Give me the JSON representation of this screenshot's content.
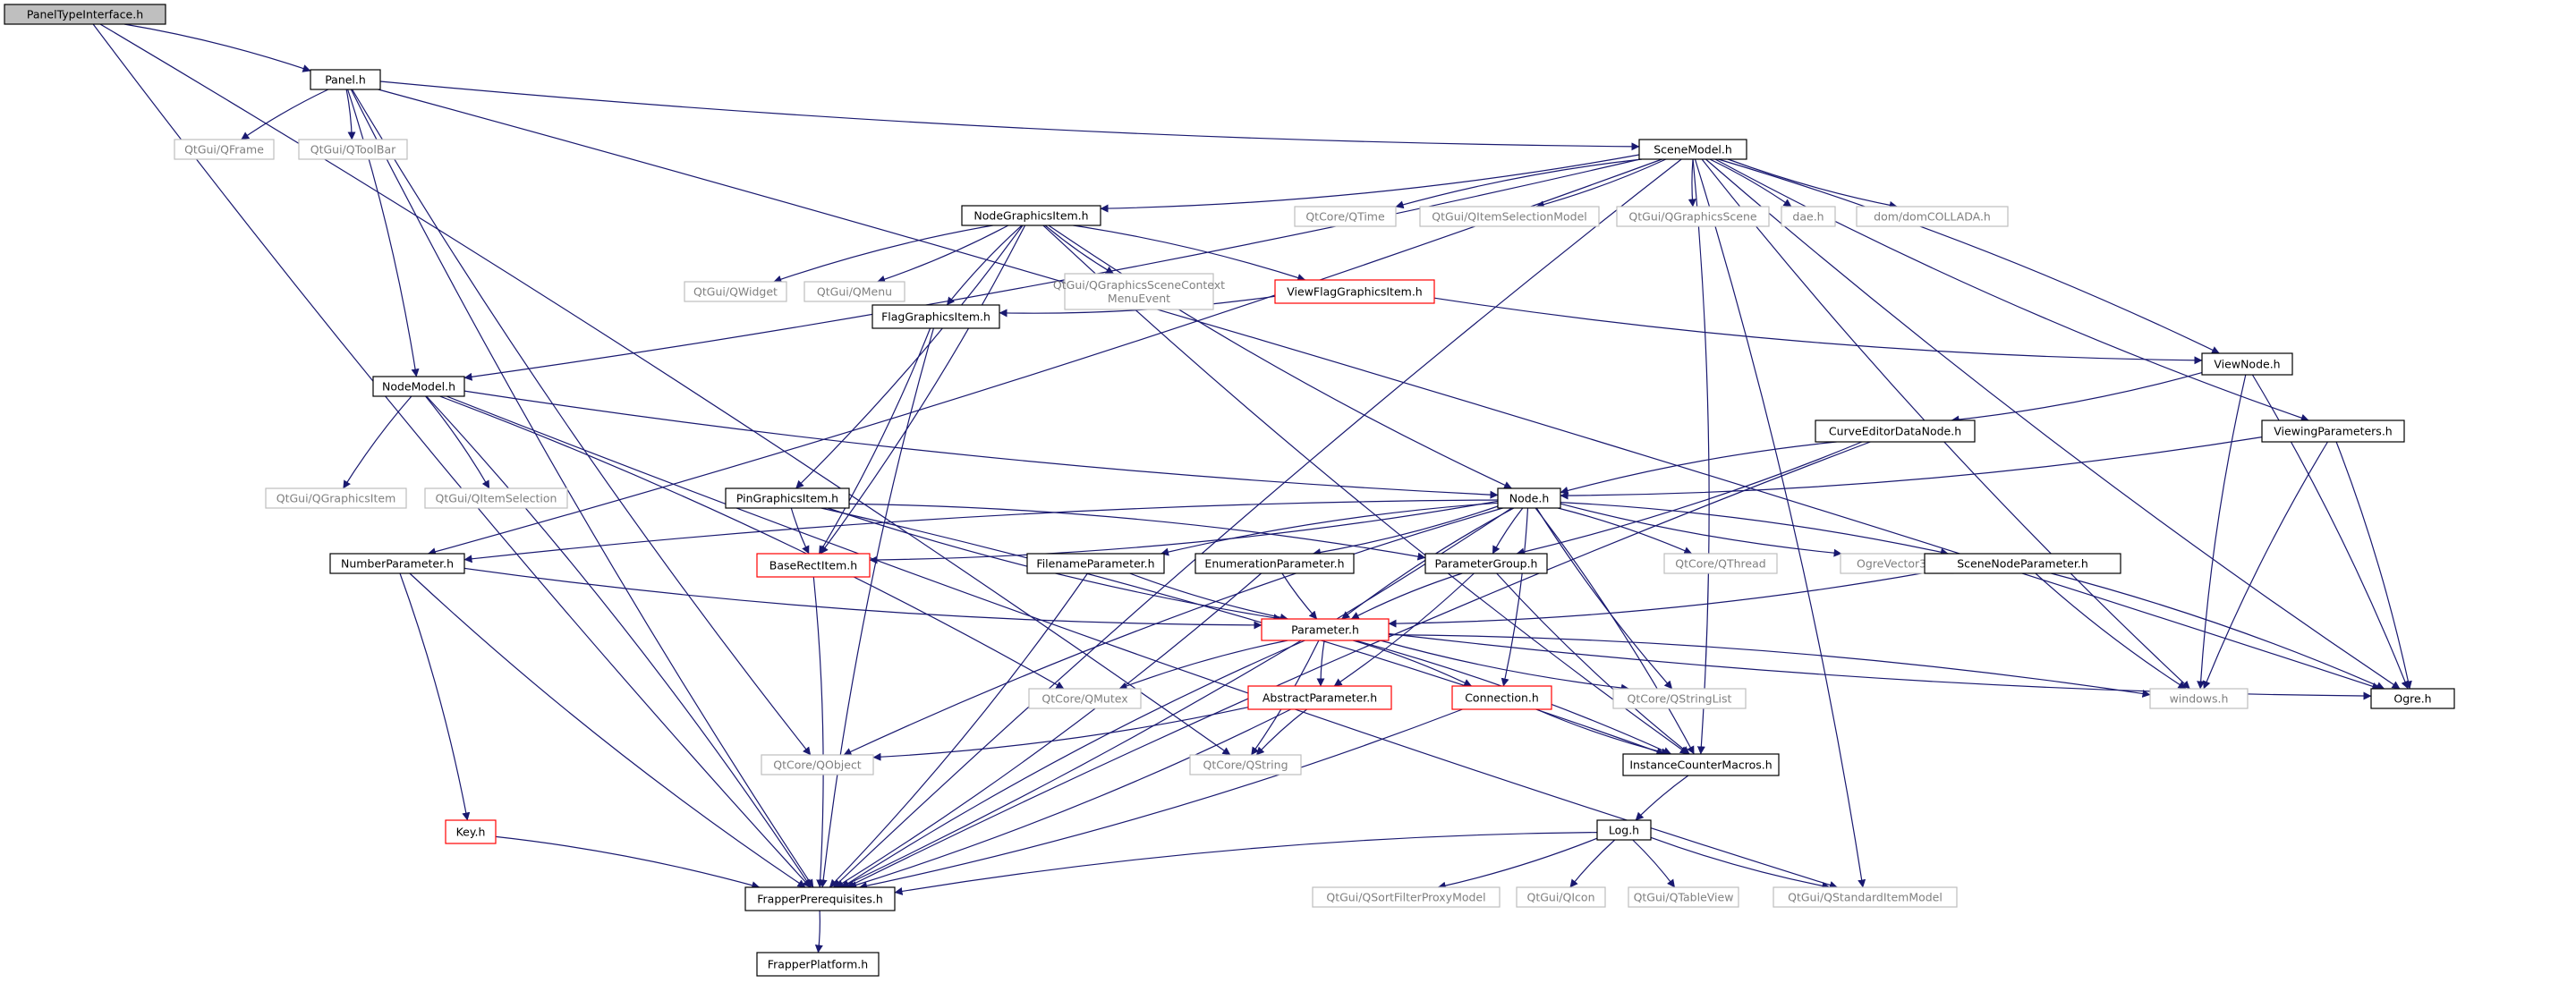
{
  "colors": {
    "edge": "#191970",
    "box_doc": "#000000",
    "box_ext": "#bfbfbf",
    "box_ref": "#ff0000",
    "root_fill": "#bfbfbf",
    "text": "#000000",
    "text_ext": "#7f7f7f"
  },
  "nodes": [
    {
      "id": "panelTypeInterface",
      "label": "PanelTypeInterface.h",
      "kind": "root"
    },
    {
      "id": "panel",
      "label": "Panel.h",
      "kind": "doc"
    },
    {
      "id": "qframe",
      "label": "QtGui/QFrame",
      "kind": "ext"
    },
    {
      "id": "qtoolbar",
      "label": "QtGui/QToolBar",
      "kind": "ext"
    },
    {
      "id": "sceneModel",
      "label": "SceneModel.h",
      "kind": "doc"
    },
    {
      "id": "nodeGraphicsItem",
      "label": "NodeGraphicsItem.h",
      "kind": "doc"
    },
    {
      "id": "qtime",
      "label": "QtCore/QTime",
      "kind": "ext"
    },
    {
      "id": "qitemselmodel",
      "label": "QtGui/QItemSelectionModel",
      "kind": "ext"
    },
    {
      "id": "qgraphicsscene",
      "label": "QtGui/QGraphicsScene",
      "kind": "ext"
    },
    {
      "id": "dae",
      "label": "dae.h",
      "kind": "ext"
    },
    {
      "id": "domcollada",
      "label": "dom/domCOLLADA.h",
      "kind": "ext"
    },
    {
      "id": "qwidget",
      "label": "QtGui/QWidget",
      "kind": "ext"
    },
    {
      "id": "qmenu",
      "label": "QtGui/QMenu",
      "kind": "ext"
    },
    {
      "id": "qgscme",
      "label": "QtGui/QGraphicsSceneContext\nMenuEvent",
      "kind": "ext"
    },
    {
      "id": "viewFlagGraphicsItem",
      "label": "ViewFlagGraphicsItem.h",
      "kind": "ref"
    },
    {
      "id": "flagGraphicsItem",
      "label": "FlagGraphicsItem.h",
      "kind": "doc"
    },
    {
      "id": "viewNode",
      "label": "ViewNode.h",
      "kind": "doc"
    },
    {
      "id": "nodeModel",
      "label": "NodeModel.h",
      "kind": "doc"
    },
    {
      "id": "qgraphicsitem",
      "label": "QtGui/QGraphicsItem",
      "kind": "ext"
    },
    {
      "id": "qitemselection",
      "label": "QtGui/QItemSelection",
      "kind": "ext"
    },
    {
      "id": "curveEditorDataNode",
      "label": "CurveEditorDataNode.h",
      "kind": "doc"
    },
    {
      "id": "viewingParameters",
      "label": "ViewingParameters.h",
      "kind": "doc"
    },
    {
      "id": "pinGraphicsItem",
      "label": "PinGraphicsItem.h",
      "kind": "doc"
    },
    {
      "id": "node",
      "label": "Node.h",
      "kind": "doc"
    },
    {
      "id": "numberParameter",
      "label": "NumberParameter.h",
      "kind": "doc"
    },
    {
      "id": "baseRectItem",
      "label": "BaseRectItem.h",
      "kind": "ref"
    },
    {
      "id": "filenameParameter",
      "label": "FilenameParameter.h",
      "kind": "doc"
    },
    {
      "id": "enumerationParameter",
      "label": "EnumerationParameter.h",
      "kind": "doc"
    },
    {
      "id": "parameterGroup",
      "label": "ParameterGroup.h",
      "kind": "doc"
    },
    {
      "id": "qthread",
      "label": "QtCore/QThread",
      "kind": "ext"
    },
    {
      "id": "ogrevector3",
      "label": "OgreVector3.h",
      "kind": "ext"
    },
    {
      "id": "sceneNodeParameter",
      "label": "SceneNodeParameter.h",
      "kind": "doc"
    },
    {
      "id": "parameter",
      "label": "Parameter.h",
      "kind": "ref"
    },
    {
      "id": "qmutex",
      "label": "QtCore/QMutex",
      "kind": "ext"
    },
    {
      "id": "abstractParameter",
      "label": "AbstractParameter.h",
      "kind": "ref"
    },
    {
      "id": "connection",
      "label": "Connection.h",
      "kind": "ref"
    },
    {
      "id": "qstringlist",
      "label": "QtCore/QStringList",
      "kind": "ext"
    },
    {
      "id": "windows",
      "label": "windows.h",
      "kind": "ext"
    },
    {
      "id": "ogre",
      "label": "Ogre.h",
      "kind": "doc"
    },
    {
      "id": "qobject",
      "label": "QtCore/QObject",
      "kind": "ext"
    },
    {
      "id": "qstring",
      "label": "QtCore/QString",
      "kind": "ext"
    },
    {
      "id": "instanceCounterMacros",
      "label": "InstanceCounterMacros.h",
      "kind": "doc"
    },
    {
      "id": "key",
      "label": "Key.h",
      "kind": "ref"
    },
    {
      "id": "log",
      "label": "Log.h",
      "kind": "doc"
    },
    {
      "id": "frapperPrerequisites",
      "label": "FrapperPrerequisites.h",
      "kind": "doc"
    },
    {
      "id": "qsortfilter",
      "label": "QtGui/QSortFilterProxyModel",
      "kind": "ext"
    },
    {
      "id": "qicon",
      "label": "QtGui/QIcon",
      "kind": "ext"
    },
    {
      "id": "qtableview",
      "label": "QtGui/QTableView",
      "kind": "ext"
    },
    {
      "id": "qstandarditemmodel",
      "label": "QtGui/QStandardItemModel",
      "kind": "ext"
    },
    {
      "id": "frapperPlatform",
      "label": "FrapperPlatform.h",
      "kind": "doc"
    }
  ],
  "edges": [
    [
      "panelTypeInterface",
      "panel"
    ],
    [
      "panelTypeInterface",
      "frapperPrerequisites"
    ],
    [
      "panelTypeInterface",
      "qstring"
    ],
    [
      "panel",
      "qframe"
    ],
    [
      "panel",
      "qtoolbar"
    ],
    [
      "panel",
      "sceneModel"
    ],
    [
      "panel",
      "nodeModel"
    ],
    [
      "panel",
      "frapperPrerequisites"
    ],
    [
      "panel",
      "ogre"
    ],
    [
      "panel",
      "qobject"
    ],
    [
      "sceneModel",
      "nodeGraphicsItem"
    ],
    [
      "sceneModel",
      "qtime"
    ],
    [
      "sceneModel",
      "qitemselmodel"
    ],
    [
      "sceneModel",
      "qgraphicsscene"
    ],
    [
      "sceneModel",
      "dae"
    ],
    [
      "sceneModel",
      "domcollada"
    ],
    [
      "sceneModel",
      "viewNode"
    ],
    [
      "sceneModel",
      "viewingParameters"
    ],
    [
      "sceneModel",
      "nodeModel"
    ],
    [
      "sceneModel",
      "windows"
    ],
    [
      "sceneModel",
      "instanceCounterMacros"
    ],
    [
      "sceneModel",
      "ogre"
    ],
    [
      "sceneModel",
      "qstandarditemmodel"
    ],
    [
      "sceneModel",
      "frapperPrerequisites"
    ],
    [
      "sceneModel",
      "numberParameter"
    ],
    [
      "nodeGraphicsItem",
      "qwidget"
    ],
    [
      "nodeGraphicsItem",
      "qmenu"
    ],
    [
      "nodeGraphicsItem",
      "qgscme"
    ],
    [
      "nodeGraphicsItem",
      "viewFlagGraphicsItem"
    ],
    [
      "nodeGraphicsItem",
      "flagGraphicsItem"
    ],
    [
      "nodeGraphicsItem",
      "pinGraphicsItem"
    ],
    [
      "nodeGraphicsItem",
      "node"
    ],
    [
      "nodeGraphicsItem",
      "baseRectItem"
    ],
    [
      "nodeGraphicsItem",
      "instanceCounterMacros"
    ],
    [
      "viewFlagGraphicsItem",
      "flagGraphicsItem"
    ],
    [
      "viewFlagGraphicsItem",
      "viewNode"
    ],
    [
      "flagGraphicsItem",
      "baseRectItem"
    ],
    [
      "flagGraphicsItem",
      "frapperPrerequisites"
    ],
    [
      "viewNode",
      "curveEditorDataNode"
    ],
    [
      "viewNode",
      "windows"
    ],
    [
      "viewNode",
      "ogre"
    ],
    [
      "nodeModel",
      "qgraphicsitem"
    ],
    [
      "nodeModel",
      "qitemselection"
    ],
    [
      "nodeModel",
      "node"
    ],
    [
      "nodeModel",
      "frapperPrerequisites"
    ],
    [
      "nodeModel",
      "qstandarditemmodel"
    ],
    [
      "nodeModel",
      "qmutex"
    ],
    [
      "curveEditorDataNode",
      "node"
    ],
    [
      "curveEditorDataNode",
      "parameterGroup"
    ],
    [
      "curveEditorDataNode",
      "frapperPrerequisites"
    ],
    [
      "viewingParameters",
      "node"
    ],
    [
      "viewingParameters",
      "windows"
    ],
    [
      "viewingParameters",
      "ogre"
    ],
    [
      "pinGraphicsItem",
      "baseRectItem"
    ],
    [
      "pinGraphicsItem",
      "parameterGroup"
    ],
    [
      "pinGraphicsItem",
      "parameter"
    ],
    [
      "pinGraphicsItem",
      "instanceCounterMacros"
    ],
    [
      "node",
      "numberParameter"
    ],
    [
      "node",
      "baseRectItem"
    ],
    [
      "node",
      "filenameParameter"
    ],
    [
      "node",
      "enumerationParameter"
    ],
    [
      "node",
      "parameterGroup"
    ],
    [
      "node",
      "qthread"
    ],
    [
      "node",
      "ogrevector3"
    ],
    [
      "node",
      "sceneNodeParameter"
    ],
    [
      "node",
      "parameter"
    ],
    [
      "node",
      "connection"
    ],
    [
      "node",
      "qstringlist"
    ],
    [
      "node",
      "instanceCounterMacros"
    ],
    [
      "node",
      "qobject"
    ],
    [
      "node",
      "frapperPrerequisites"
    ],
    [
      "numberParameter",
      "parameter"
    ],
    [
      "numberParameter",
      "key"
    ],
    [
      "numberParameter",
      "frapperPrerequisites"
    ],
    [
      "baseRectItem",
      "frapperPrerequisites"
    ],
    [
      "filenameParameter",
      "parameter"
    ],
    [
      "filenameParameter",
      "frapperPrerequisites"
    ],
    [
      "enumerationParameter",
      "parameter"
    ],
    [
      "enumerationParameter",
      "frapperPrerequisites"
    ],
    [
      "parameterGroup",
      "parameter"
    ],
    [
      "parameterGroup",
      "abstractParameter"
    ],
    [
      "parameterGroup",
      "instanceCounterMacros"
    ],
    [
      "sceneNodeParameter",
      "parameter"
    ],
    [
      "sceneNodeParameter",
      "windows"
    ],
    [
      "sceneNodeParameter",
      "ogre"
    ],
    [
      "parameter",
      "abstractParameter"
    ],
    [
      "parameter",
      "connection"
    ],
    [
      "parameter",
      "qmutex"
    ],
    [
      "parameter",
      "qstring"
    ],
    [
      "parameter",
      "qstringlist"
    ],
    [
      "parameter",
      "windows"
    ],
    [
      "parameter",
      "ogre"
    ],
    [
      "parameter",
      "instanceCounterMacros"
    ],
    [
      "parameter",
      "frapperPrerequisites"
    ],
    [
      "abstractParameter",
      "qobject"
    ],
    [
      "abstractParameter",
      "qstring"
    ],
    [
      "abstractParameter",
      "frapperPrerequisites"
    ],
    [
      "connection",
      "instanceCounterMacros"
    ],
    [
      "connection",
      "frapperPrerequisites"
    ],
    [
      "instanceCounterMacros",
      "log"
    ],
    [
      "key",
      "frapperPrerequisites"
    ],
    [
      "log",
      "frapperPrerequisites"
    ],
    [
      "log",
      "qsortfilter"
    ],
    [
      "log",
      "qicon"
    ],
    [
      "log",
      "qtableview"
    ],
    [
      "log",
      "qstandarditemmodel"
    ],
    [
      "frapperPrerequisites",
      "frapperPlatform"
    ]
  ]
}
